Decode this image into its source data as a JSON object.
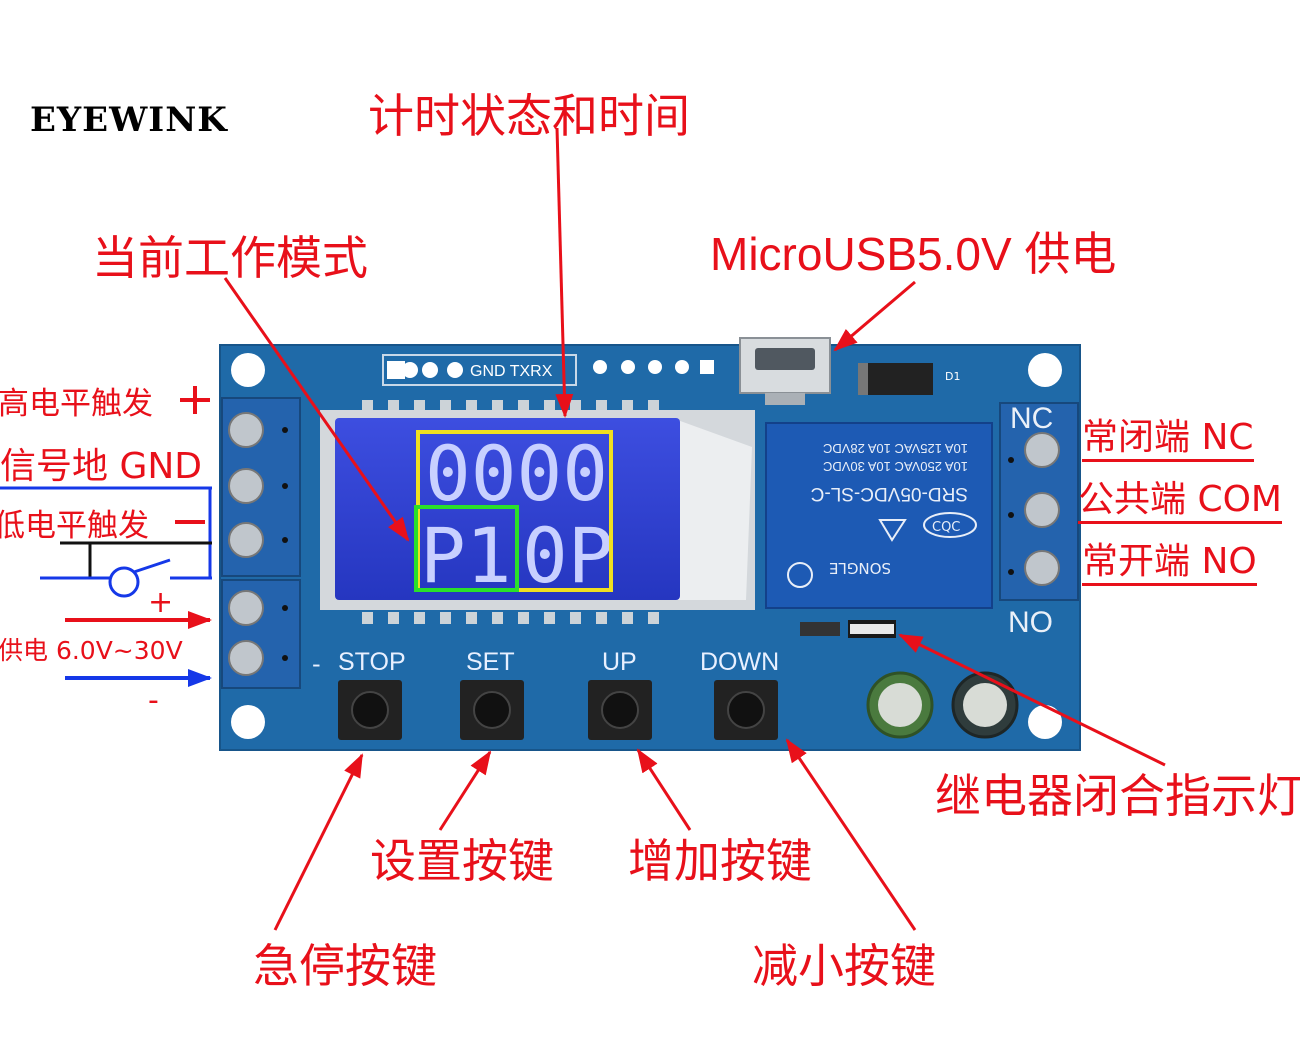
{
  "brand": "EYEWINK",
  "labels": {
    "timing_status": "计时状态和时间",
    "work_mode": "当前工作模式",
    "usb_power": "MicroUSB5.0V 供电",
    "high_trigger": "高电平触发",
    "signal_gnd": "信号地 GND",
    "low_trigger": "低电平触发",
    "power_input": "供电 6.0V~30V",
    "nc": "常闭端 NC",
    "com": "公共端 COM",
    "no": "常开端 NO",
    "relay_indicator": "继电器闭合指示灯",
    "set_key": "设置按键",
    "up_key": "增加按键",
    "stop_key": "急停按键",
    "down_key": "减小按键"
  },
  "signs": {
    "plus": "+",
    "minus": "-"
  },
  "board": {
    "header_pins": "GND TXRX",
    "diode": "D1",
    "relay_nc": "NC",
    "relay_no": "NO",
    "buttons": [
      "STOP",
      "SET",
      "UP",
      "DOWN"
    ],
    "lcd_top": "0000",
    "lcd_mode": "P1",
    "lcd_op": "0P",
    "relay_model": "SRD-05VDC-SL-C",
    "relay_spec1": "10A 250VAC  10A 30VDC",
    "relay_spec2": "10A 125VAC  10A 28VDC",
    "relay_brand": "SONGLE",
    "relay_cqc": "CQC"
  },
  "colors": {
    "pcb": "#1f6aa8",
    "lcd": "#2a3fc8",
    "annotation": "#e8101a",
    "terminal": "#2463ad",
    "yellow_box": "#f0e020",
    "green_box": "#2adf2a"
  }
}
